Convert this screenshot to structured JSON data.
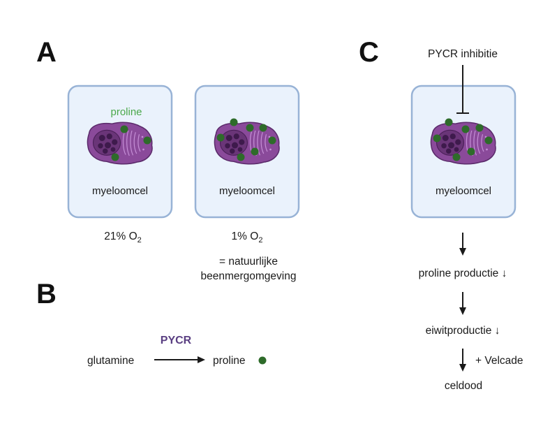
{
  "panels": {
    "a": {
      "letter": "A",
      "left_cell": {
        "molecule_label": "proline",
        "cell_label": "myeloomcel",
        "condition": {
          "prefix": "21% O",
          "subscript": "2"
        }
      },
      "right_cell": {
        "cell_label": "myeloomcel",
        "condition": {
          "prefix": "1% O",
          "subscript": "2"
        },
        "note_line1": "= natuurlijke",
        "note_line2": "beenmergomgeving"
      }
    },
    "b": {
      "letter": "B",
      "enzyme": "PYCR",
      "substrate": "glutamine",
      "product": "proline"
    },
    "c": {
      "letter": "C",
      "inhibitor": "PYCR inhibitie",
      "cell_label": "myeloomcel",
      "steps": [
        "proline productie ↓",
        "eiwitproductie ↓",
        "celdood"
      ],
      "drug": "+ Velcade"
    }
  },
  "colors": {
    "cell_box_fill": "#eaf2fc",
    "cell_box_stroke": "#98b3d6",
    "cell_body": "#8a4a9a",
    "cell_outline": "#5a2a6a",
    "nucleus": "#5b2a6b",
    "proline_dot": "#2e6b2a",
    "proline_label": "#4aa84a",
    "enzyme_label": "#5a3f82"
  }
}
